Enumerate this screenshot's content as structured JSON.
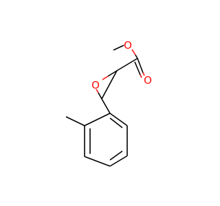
{
  "molecule": {
    "atoms": {
      "ester_methyl_oxygen": {
        "element": "O",
        "label": "O",
        "color": "#ff0d0d"
      },
      "carbonyl_oxygen": {
        "element": "O",
        "label": "O",
        "color": "#ff0d0d"
      },
      "epoxide_oxygen": {
        "element": "O",
        "label": "O",
        "color": "#ff0d0d"
      }
    },
    "bond_color": "#000000",
    "background": "#ffffff"
  }
}
